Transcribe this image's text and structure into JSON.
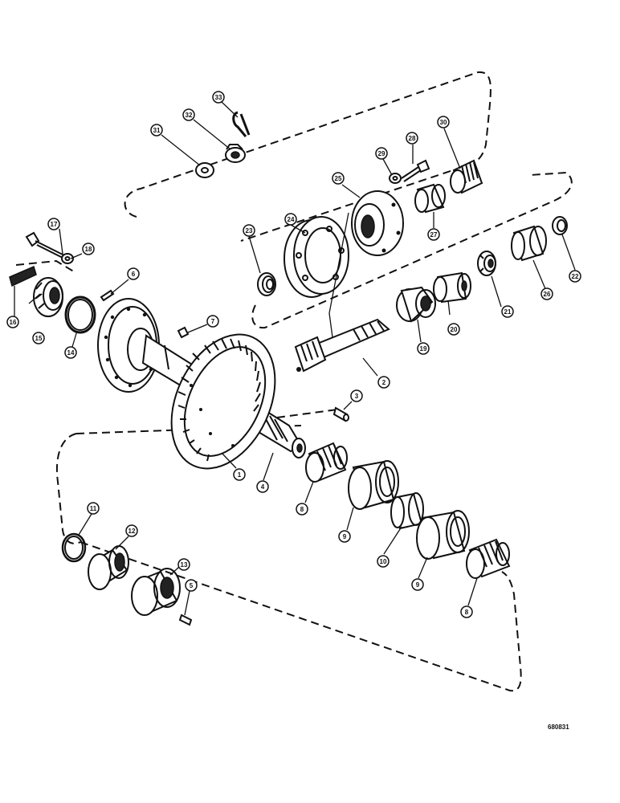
{
  "figure_ref": "680831",
  "callouts": [
    {
      "id": "c1",
      "label": "1"
    },
    {
      "id": "c2",
      "label": "2"
    },
    {
      "id": "c3",
      "label": "3"
    },
    {
      "id": "c4",
      "label": "4"
    },
    {
      "id": "c5",
      "label": "5"
    },
    {
      "id": "c6",
      "label": "6"
    },
    {
      "id": "c7",
      "label": "7"
    },
    {
      "id": "c8a",
      "label": "8"
    },
    {
      "id": "c8b",
      "label": "8"
    },
    {
      "id": "c9a",
      "label": "9"
    },
    {
      "id": "c9b",
      "label": "9"
    },
    {
      "id": "c10",
      "label": "10"
    },
    {
      "id": "c11",
      "label": "11"
    },
    {
      "id": "c12",
      "label": "12"
    },
    {
      "id": "c13",
      "label": "13"
    },
    {
      "id": "c14",
      "label": "14"
    },
    {
      "id": "c15",
      "label": "15"
    },
    {
      "id": "c16",
      "label": "16"
    },
    {
      "id": "c17",
      "label": "17"
    },
    {
      "id": "c18",
      "label": "18"
    },
    {
      "id": "c19",
      "label": "19"
    },
    {
      "id": "c20",
      "label": "20"
    },
    {
      "id": "c21",
      "label": "21"
    },
    {
      "id": "c22",
      "label": "22"
    },
    {
      "id": "c23",
      "label": "23"
    },
    {
      "id": "c24",
      "label": "24"
    },
    {
      "id": "c25",
      "label": "25"
    },
    {
      "id": "c26",
      "label": "26"
    },
    {
      "id": "c27",
      "label": "27"
    },
    {
      "id": "c28",
      "label": "28"
    },
    {
      "id": "c29",
      "label": "29"
    },
    {
      "id": "c30",
      "label": "30"
    },
    {
      "id": "c31",
      "label": "31"
    },
    {
      "id": "c32",
      "label": "32"
    },
    {
      "id": "c33",
      "label": "33"
    }
  ]
}
